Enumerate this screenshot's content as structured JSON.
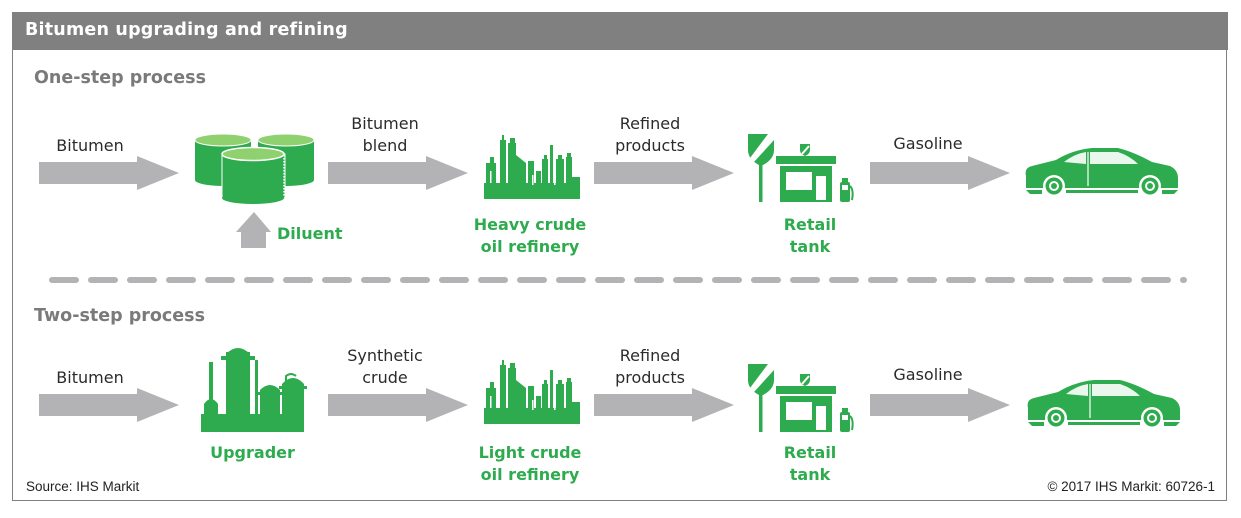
{
  "header": {
    "title": "Bitumen upgrading and refining"
  },
  "colors": {
    "green": "#2eab4e",
    "arrow_gray": "#b3b3b5",
    "header_gray": "#808080",
    "section_gray": "#7a7a7a"
  },
  "one_step": {
    "title": "One-step process",
    "arrow_labels": [
      "Bitumen",
      "Bitumen\nblend",
      "Refined\nproducts",
      "Gasoline"
    ],
    "arrow_label_lines": [
      [
        "Bitumen"
      ],
      [
        "Bitumen",
        "blend"
      ],
      [
        "Refined",
        "products"
      ],
      [
        "Gasoline"
      ]
    ],
    "nodes": [
      {
        "icon": "storage-tanks-icon",
        "label": "Diluent",
        "label_lines": [
          "Diluent"
        ]
      },
      {
        "icon": "refinery-icon",
        "label": "Heavy crude oil refinery",
        "label_lines": [
          "Heavy crude",
          "oil refinery"
        ]
      },
      {
        "icon": "gas-station-icon",
        "label": "Retail tank",
        "label_lines": [
          "Retail",
          "tank"
        ]
      },
      {
        "icon": "car-icon",
        "label": ""
      }
    ]
  },
  "two_step": {
    "title": "Two-step process",
    "arrow_label_lines": [
      [
        "Bitumen"
      ],
      [
        "Synthetic",
        "crude"
      ],
      [
        "Refined",
        "products"
      ],
      [
        "Gasoline"
      ]
    ],
    "nodes": [
      {
        "icon": "upgrader-icon",
        "label": "Upgrader",
        "label_lines": [
          "Upgrader"
        ]
      },
      {
        "icon": "refinery-icon",
        "label": "Light crude oil refinery",
        "label_lines": [
          "Light crude",
          "oil refinery"
        ]
      },
      {
        "icon": "gas-station-icon",
        "label": "Retail tank",
        "label_lines": [
          "Retail",
          "tank"
        ]
      },
      {
        "icon": "car-icon",
        "label": ""
      }
    ]
  },
  "footer": {
    "source": "Source: IHS Markit",
    "copyright": "© 2017 IHS Markit: 60726-1"
  }
}
